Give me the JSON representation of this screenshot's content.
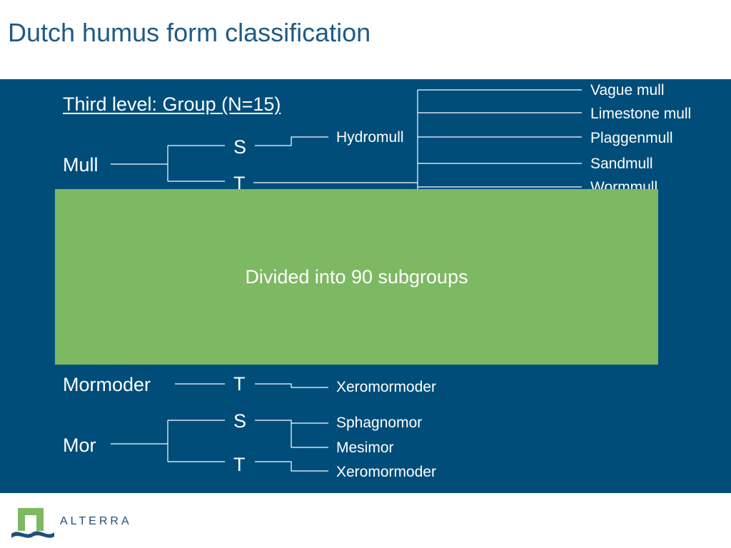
{
  "title": "Dutch humus form classification",
  "diagram": {
    "heading": "Third level: Group (N=15)",
    "mull": {
      "label": "Mull",
      "branch_s": "S",
      "branch_t": "T",
      "s_group": "Hydromull",
      "t_groups": [
        "Vague mull",
        "Limestone mull",
        "Plaggenmull",
        "Sandmull",
        "Wormmull"
      ]
    },
    "mormoder": {
      "label": "Mormoder",
      "branch_t": "T",
      "t_group": "Xeromormoder"
    },
    "mor": {
      "label": "Mor",
      "branch_s": "S",
      "branch_t": "T",
      "s_groups": [
        "Sphagnomor",
        "Mesimor"
      ],
      "t_group": "Xeromormoder"
    }
  },
  "overlay_text": "Divided into 90 subgroups",
  "logo": {
    "text": "ALTERRA",
    "colors": {
      "green": "#7db862",
      "blue": "#1f4f7a"
    }
  },
  "colors": {
    "title": "#1f5a85",
    "panel": "#004d7a",
    "overlay": "#7db862"
  }
}
